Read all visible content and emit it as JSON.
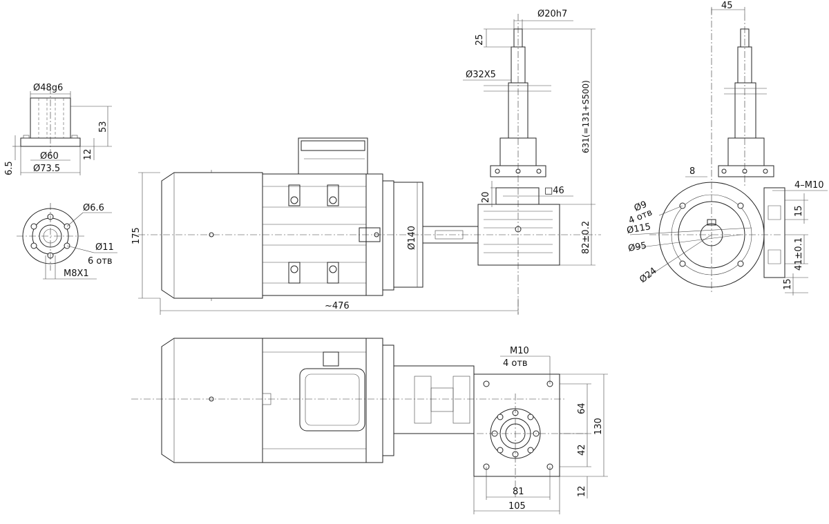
{
  "flange_view": {
    "d48": "Ø48g6",
    "h53": "53",
    "h12": "12",
    "h65": "6.5",
    "d60": "Ø60",
    "d735": "Ø73.5",
    "d66": "Ø6.6",
    "d11": "Ø11",
    "holes6": "6 отв",
    "m8": "M8X1"
  },
  "side_view": {
    "h175": "175",
    "d140": "Ø140",
    "len476": "~476",
    "d20": "Ø20h7",
    "h25": "25",
    "screw": "Ø32X5",
    "stroke": "631(=131+S500)",
    "h20": "20",
    "sq46": "□46",
    "h82": "82±0.2"
  },
  "end_view": {
    "w45": "45",
    "w8": "8",
    "m10_4": "4–M10",
    "d9": "Ø9",
    "holes4": "4 отв",
    "d115": "Ø115",
    "d95": "Ø95",
    "d24": "Ø24",
    "h15a": "15",
    "h41": "41±0.1",
    "h15b": "15"
  },
  "top_view": {
    "m10": "M10",
    "holes4": "4 отв",
    "h64": "64",
    "h130": "130",
    "h42": "42",
    "h12": "12",
    "w81": "81",
    "w105": "105"
  }
}
